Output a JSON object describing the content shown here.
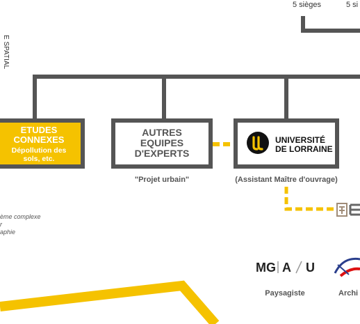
{
  "seats": [
    "5 sièges",
    "5 si"
  ],
  "side_vertical": "E SPATIAL",
  "boxes": {
    "etudes": {
      "title1": "ETUDES",
      "title2": "CONNEXES",
      "sub1": "Dépollution des",
      "sub2": "sols, etc."
    },
    "autres": {
      "line1": "AUTRES",
      "line2": "EQUIPES",
      "line3": "D'EXPERTS",
      "caption": "\"Projet urbain\""
    },
    "lorraine": {
      "line1": "UNIVERSITÉ",
      "line2": "DE LORRAINE",
      "caption": "(Assistant Maître d'ouvrage)"
    }
  },
  "notes": [
    "ème complexe",
    "r",
    "aphie"
  ],
  "partners": {
    "mgau": {
      "logo": "MG|A/U",
      "caption": "Paysagiste"
    },
    "archi": {
      "caption": "Archi"
    }
  },
  "colors": {
    "yellow": "#f5c200",
    "gray": "#555555"
  }
}
